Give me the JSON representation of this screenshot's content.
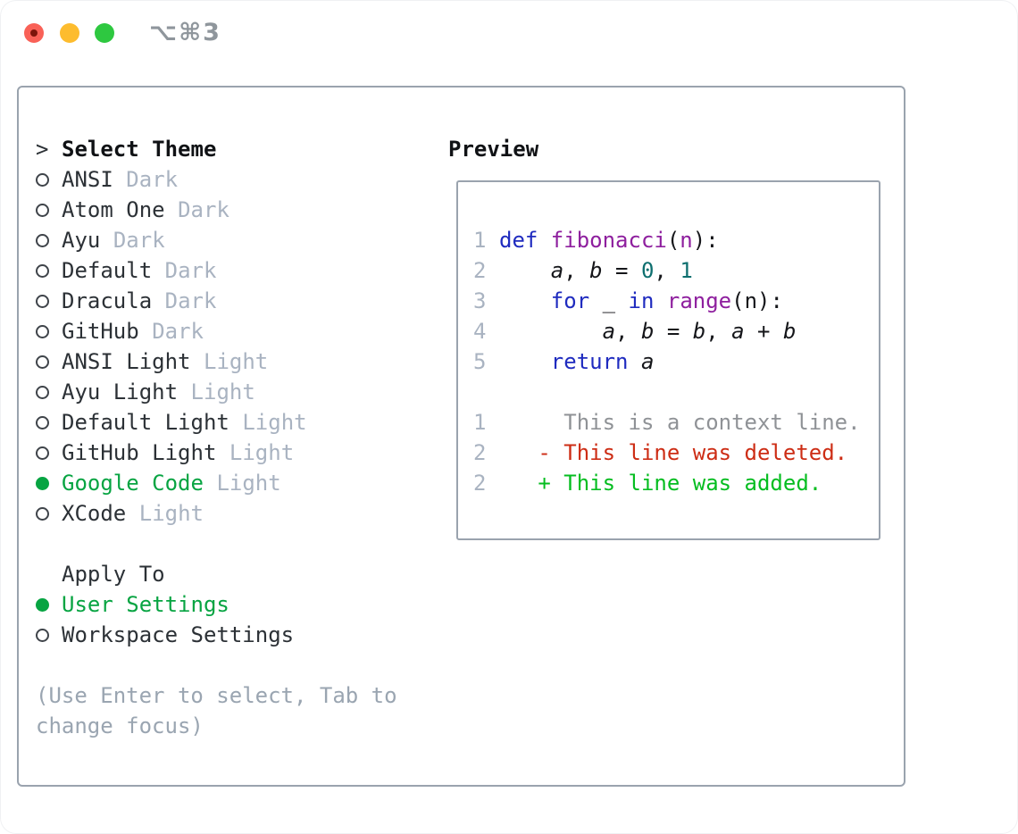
{
  "titlebar": {
    "shortcut_label": "⌥⌘3"
  },
  "colors": {
    "traffic_red": "#f96157",
    "traffic_red_dot": "#7c150b",
    "traffic_yellow": "#fdbc2e",
    "traffic_green": "#2ec840",
    "title_gray": "#8f969c",
    "border": "#9aa3ae",
    "ring": "#3f444a",
    "selected_green": "#07a442",
    "list_text": "#2c3136",
    "muted": "#a9b3c1",
    "hint": "#9aa5b1",
    "line_number": "#a9b3c1",
    "kw": "#1f2bbf",
    "fn": "#8e1f9e",
    "num": "#0e6f6f",
    "plain": "#15161a",
    "diff_context": "#8f9296",
    "diff_del": "#cd2d15",
    "diff_add": "#05bd20"
  },
  "select_theme": {
    "header_prefix": ">",
    "header": "Select Theme",
    "items": [
      {
        "name": "ANSI",
        "variant": "Dark",
        "selected": false
      },
      {
        "name": "Atom One",
        "variant": "Dark",
        "selected": false
      },
      {
        "name": "Ayu",
        "variant": "Dark",
        "selected": false
      },
      {
        "name": "Default",
        "variant": "Dark",
        "selected": false
      },
      {
        "name": "Dracula",
        "variant": "Dark",
        "selected": false
      },
      {
        "name": "GitHub",
        "variant": "Dark",
        "selected": false
      },
      {
        "name": "ANSI Light",
        "variant": "Light",
        "selected": false
      },
      {
        "name": "Ayu Light",
        "variant": "Light",
        "selected": false
      },
      {
        "name": "Default Light",
        "variant": "Light",
        "selected": false
      },
      {
        "name": "GitHub Light",
        "variant": "Light",
        "selected": false
      },
      {
        "name": "Google Code",
        "variant": "Light",
        "selected": true
      },
      {
        "name": "XCode",
        "variant": "Light",
        "selected": false
      }
    ],
    "apply_to_label": "Apply To",
    "apply_options": [
      {
        "label": "User Settings",
        "selected": true
      },
      {
        "label": "Workspace Settings",
        "selected": false
      }
    ],
    "hint_lines": [
      "(Use Enter to select, Tab to",
      "change focus)"
    ]
  },
  "preview": {
    "title": "Preview",
    "code_lines": [
      {
        "num": "1",
        "tokens": [
          [
            "def ",
            "kw"
          ],
          [
            "fibonacci",
            "fn"
          ],
          [
            "(",
            "pl"
          ],
          [
            "n",
            "fn"
          ],
          [
            "):",
            "pl"
          ]
        ]
      },
      {
        "num": "2",
        "tokens": [
          [
            "    ",
            "pl"
          ],
          [
            "a",
            "var"
          ],
          [
            ", ",
            "pl"
          ],
          [
            "b",
            "var"
          ],
          [
            " = ",
            "pl"
          ],
          [
            "0",
            "num"
          ],
          [
            ", ",
            "pl"
          ],
          [
            "1",
            "num"
          ]
        ]
      },
      {
        "num": "3",
        "tokens": [
          [
            "    ",
            "pl"
          ],
          [
            "for",
            "kw"
          ],
          [
            " _ ",
            "pl"
          ],
          [
            "in",
            "kw"
          ],
          [
            " ",
            "pl"
          ],
          [
            "range",
            "fn"
          ],
          [
            "(n):",
            "pl"
          ]
        ]
      },
      {
        "num": "4",
        "tokens": [
          [
            "        ",
            "pl"
          ],
          [
            "a",
            "var"
          ],
          [
            ", ",
            "pl"
          ],
          [
            "b",
            "var"
          ],
          [
            " = ",
            "pl"
          ],
          [
            "b",
            "var"
          ],
          [
            ", ",
            "pl"
          ],
          [
            "a",
            "var"
          ],
          [
            " + ",
            "pl"
          ],
          [
            "b",
            "var"
          ]
        ]
      },
      {
        "num": "5",
        "tokens": [
          [
            "    ",
            "pl"
          ],
          [
            "return",
            "kw"
          ],
          [
            " ",
            "pl"
          ],
          [
            "a",
            "var"
          ]
        ]
      },
      {
        "num": "",
        "tokens": []
      },
      {
        "num": "1",
        "tokens": [
          [
            "     This is a context line.",
            "ctx"
          ]
        ]
      },
      {
        "num": "2",
        "tokens": [
          [
            "   - This line was deleted.",
            "del"
          ]
        ]
      },
      {
        "num": "2",
        "tokens": [
          [
            "   + This line was added.",
            "add"
          ]
        ]
      }
    ]
  }
}
